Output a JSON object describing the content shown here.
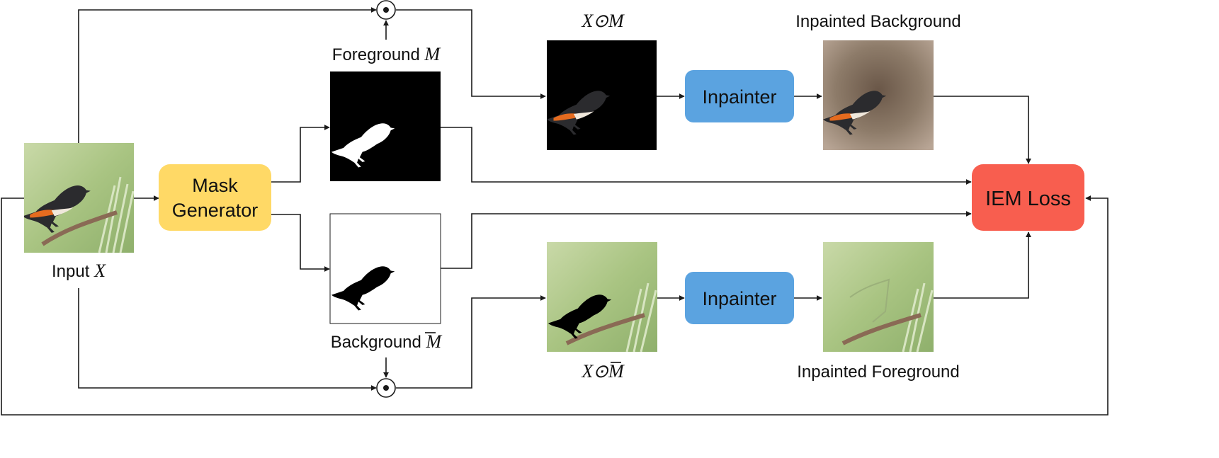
{
  "labels": {
    "input": "Input",
    "input_var": "X",
    "foreground": "Foreground",
    "foreground_var": "M",
    "background": "Background",
    "background_var": "M",
    "x_odot_m_top": "X⊙M",
    "x_odot_mbar": "X⊙M",
    "inpainted_background": "Inpainted Background",
    "inpainted_foreground": "Inpainted Foreground"
  },
  "boxes": {
    "mask_generator_line1": "Mask",
    "mask_generator_line2": "Generator",
    "inpainter_top": "Inpainter",
    "inpainter_bottom": "Inpainter",
    "iem_loss": "IEM Loss"
  },
  "colors": {
    "mask_generator": "#ffd966",
    "inpainter": "#5ba3e0",
    "iem_loss": "#f85e4f",
    "wire": "#1a1a1a"
  }
}
